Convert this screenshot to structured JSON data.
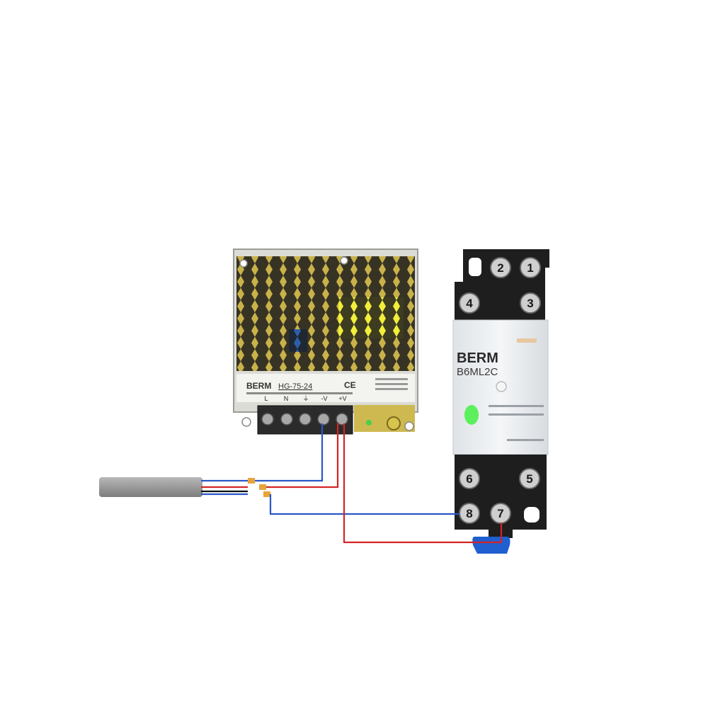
{
  "psu": {
    "brand": "BERM",
    "model": "HG-75-24",
    "mark": "CE",
    "terminals": [
      "L",
      "N",
      "⏚",
      "-V",
      "+V"
    ],
    "colors": {
      "body": "#dcdcd6",
      "mesh_bg": "#2a2a2a",
      "board": "#c9b24a",
      "hot": "#f2ee3a",
      "terminal_block": "#2b2b2b",
      "screw": "#a8a8a8"
    }
  },
  "relay": {
    "brand": "BERM",
    "model": "B6ML2C",
    "top_terminals": [
      "2",
      "1",
      "4",
      "3"
    ],
    "bottom_terminals": [
      "6",
      "5",
      "8",
      "7"
    ],
    "colors": {
      "base": "#1e1e1e",
      "cover": "#e9ecef",
      "led": "#5cf05c",
      "clip": "#1f5fd0"
    }
  },
  "wires": {
    "colors": {
      "blue": "#2a56c6",
      "red": "#d42424",
      "black": "#111111",
      "orange": "#e8a33a",
      "cable_jacket": "#9a9a9a"
    }
  }
}
